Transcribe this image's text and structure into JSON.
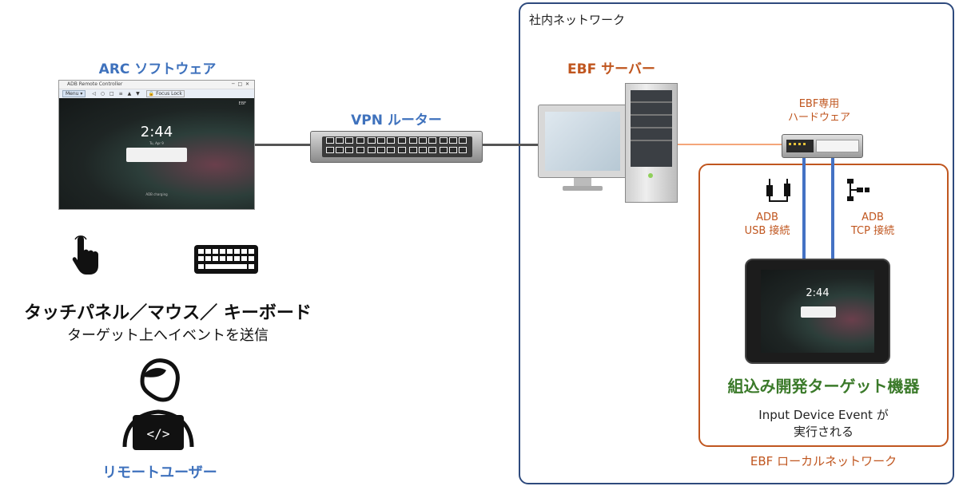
{
  "network": {
    "title": "社内ネットワーク",
    "local_title": "EBF ローカルネットワーク"
  },
  "arc": {
    "title": "ARC ソフトウェア",
    "window_title": "ADB Remote Controller",
    "menu_label": "Menu",
    "focus_lock_label": "Focus Lock",
    "badge": "EBF",
    "clock": "2:44",
    "date": "Tu, Apr 9",
    "status": "ADB charging"
  },
  "input": {
    "heading": "タッチパネル／マウス／ キーボード",
    "subheading": "ターゲット上へイベントを送信"
  },
  "user": {
    "label": "リモートユーザー"
  },
  "router": {
    "label": "VPN ルーター"
  },
  "server": {
    "label": "EBF サーバー"
  },
  "hardware": {
    "label_line1": "EBF専用",
    "label_line2": "ハードウェア"
  },
  "connections": {
    "usb_line1": "ADB",
    "usb_line2": "USB 接続",
    "tcp_line1": "ADB",
    "tcp_line2": "TCP 接続"
  },
  "target": {
    "clock": "2:44",
    "title": "組込み開発ターゲット機器",
    "desc_line1": "Input Device Event が",
    "desc_line2": "実行される"
  },
  "colors": {
    "network_border": "#2e4a7d",
    "local_border": "#c0561f",
    "blue_text": "#3f72bd",
    "orange_text": "#c0561f",
    "green_text": "#3b7a2a",
    "usb_tcp_lines": "#4472c4",
    "orange_line": "#f4a67a"
  }
}
